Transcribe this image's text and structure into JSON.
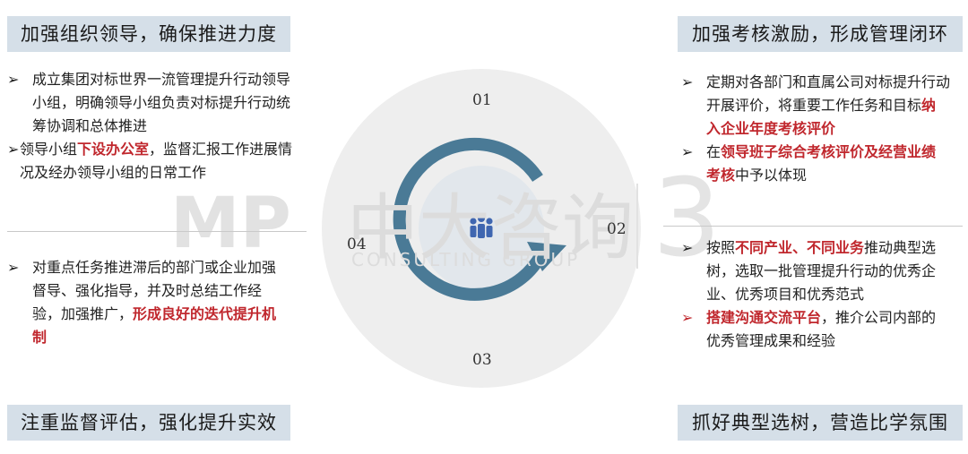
{
  "banners": {
    "top_left": "加强组织领导，确保推进力度",
    "top_right": "加强考核激励，形成管理闭环",
    "bottom_left": "注重监督评估，强化提升实效",
    "bottom_right": "抓好典型选树，营造比学氛围"
  },
  "cycle_numbers": [
    "01",
    "02",
    "03",
    "04"
  ],
  "center_icon": "people-group-icon",
  "watermark": {
    "cn": "中大咨询",
    "en": "CONSULTING GROUP",
    "logo": "MP",
    "digit": "3"
  },
  "left_top": {
    "item1": "成立集团对标世界一流管理提升行动领导小组，明确领导小组负责对标提升行动统筹协调和总体推进",
    "item2_pre": "领导小组",
    "item2_hl": "下设办公室",
    "item2_post": "，监督汇报工作进展情况及经办领导小组的日常工作"
  },
  "left_bottom": {
    "item1_pre": "对重点任务推进滞后的部门或企业加强督导、强化指导，并及时总结工作经验，加强推广，",
    "item1_hl": "形成良好的迭代提升机制"
  },
  "right_top": {
    "item1_pre": "定期对各部门和直属公司对标提升行动开展评价，将重要工作任务和目标",
    "item1_hl": "纳入企业年度考核评价",
    "item2_pre": "在",
    "item2_hl": "领导班子综合考核评价及经营业绩考核",
    "item2_post": "中予以体现"
  },
  "right_bottom": {
    "item1_pre": "按照",
    "item1_hl": "不同产业、不同业务",
    "item1_post": "推动典型选树，选取一批管理提升行动的优秀企业、优秀项目和优秀范式",
    "item2_hl": "搭建沟通交流平台",
    "item2_post": "，推介公司内部的优秀管理成果和经验"
  },
  "bullet_glyph": "➢",
  "colors": {
    "accent_red": "#c0272d",
    "banner_bg": "#d5dfe8",
    "ring": "#4a7a96"
  }
}
